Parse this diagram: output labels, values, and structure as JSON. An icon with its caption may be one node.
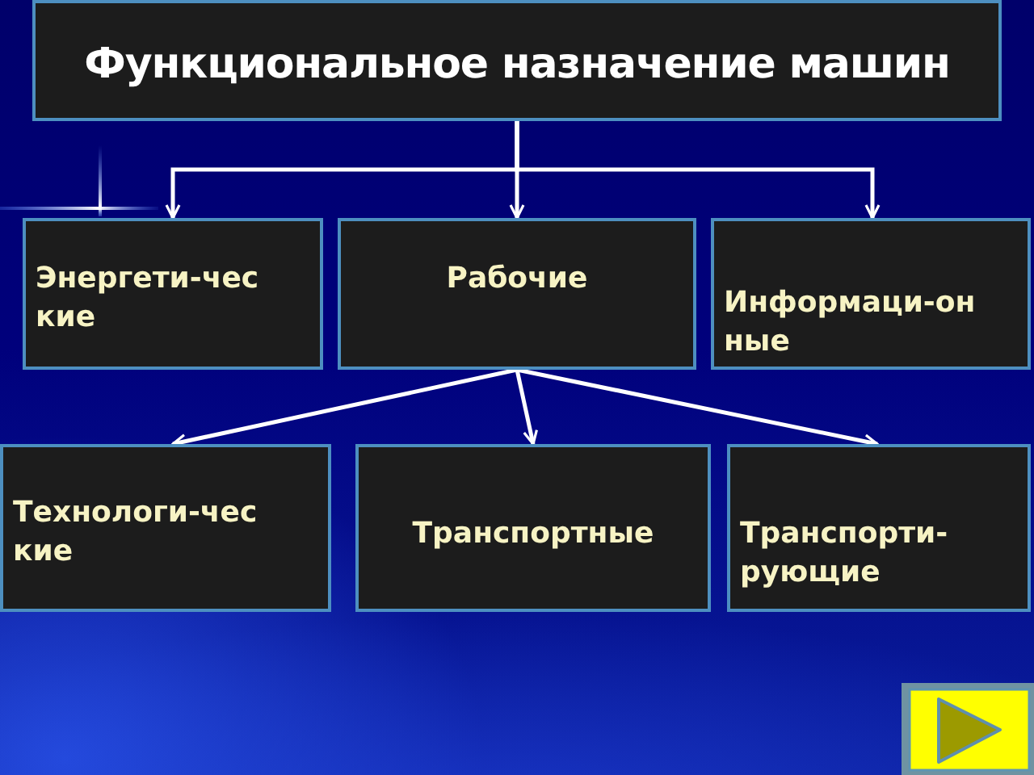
{
  "diagram": {
    "nodes": [
      {
        "text": [
          "Функциональное назначение машин"
        ]
      },
      {
        "text": [
          "Энергети-чес кие"
        ]
      },
      {
        "text": [
          "Рабочие"
        ]
      },
      {
        "text": [
          "Информаци-он ные"
        ]
      },
      {
        "text": [
          "Технологи-чес кие"
        ]
      },
      {
        "text": [
          "Транспортные"
        ]
      },
      {
        "text": [
          "Транспорти-рующие"
        ]
      }
    ],
    "edges": [
      {
        "from": 0,
        "to": 1,
        "arrow": "to"
      },
      {
        "from": 0,
        "to": 2,
        "arrow": "to"
      },
      {
        "from": 0,
        "to": 3,
        "arrow": "to"
      },
      {
        "from": 2,
        "to": 4,
        "arrow": "to"
      },
      {
        "from": 2,
        "to": 5,
        "arrow": "to"
      },
      {
        "from": 2,
        "to": 6,
        "arrow": "to"
      }
    ]
  }
}
